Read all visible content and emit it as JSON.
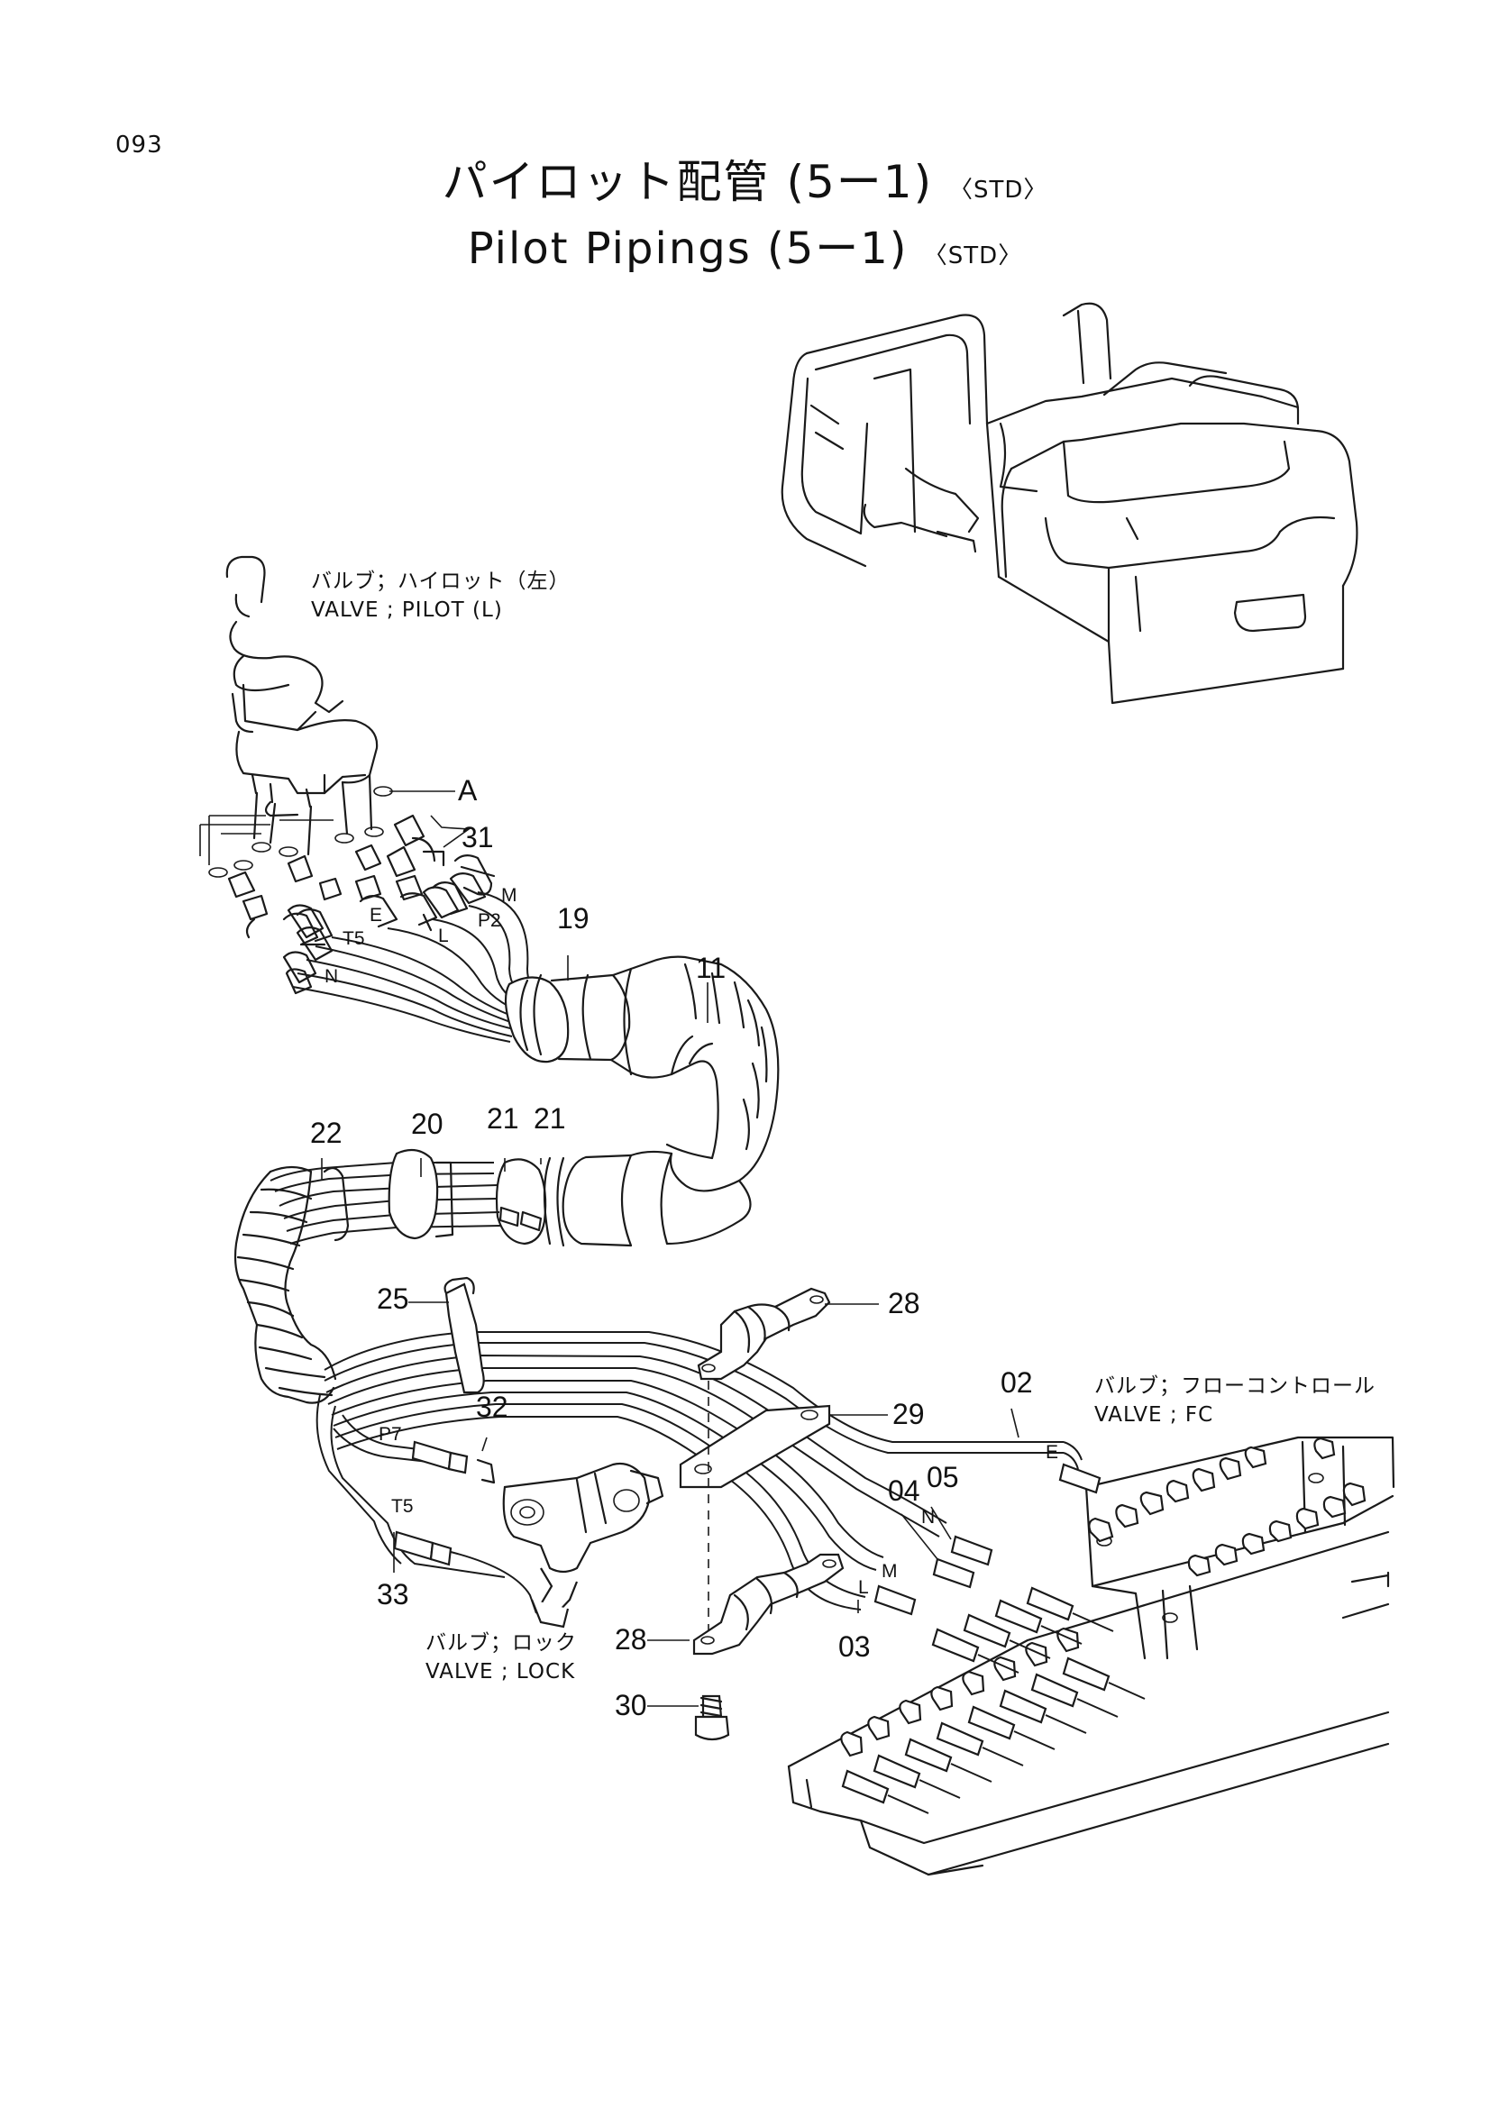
{
  "page_number": "093",
  "title_ja": "パイロット配管 (5ー1)",
  "title_en": "Pilot Pipings (5ー1)",
  "title_std": "〈STD〉",
  "callouts": {
    "02": "02",
    "03": "03",
    "04": "04",
    "05": "05",
    "11": "11",
    "19": "19",
    "20": "20",
    "21a": "21",
    "21b": "21",
    "22": "22",
    "25": "25",
    "28a": "28",
    "28b": "28",
    "29": "29",
    "30": "30",
    "31": "31",
    "32": "32",
    "33": "33",
    "A": "A"
  },
  "port_letters": {
    "M": "M",
    "P2": "P2",
    "E": "E",
    "L": "L",
    "T5": "T5",
    "N": "N",
    "P7": "P7",
    "T5b": "T5",
    "E2": "E",
    "N2": "N",
    "M2": "M",
    "L2": "L"
  },
  "captions": {
    "pilot_valve_ja": "バルブ；ハイロット（左）",
    "pilot_valve_en": "VALVE ; PILOT (L)",
    "fc_valve_ja": "バルブ；フローコントロール",
    "fc_valve_en": "VALVE ; FC",
    "lock_valve_ja": "バルブ；ロック",
    "lock_valve_en": "VALVE ; LOCK"
  }
}
